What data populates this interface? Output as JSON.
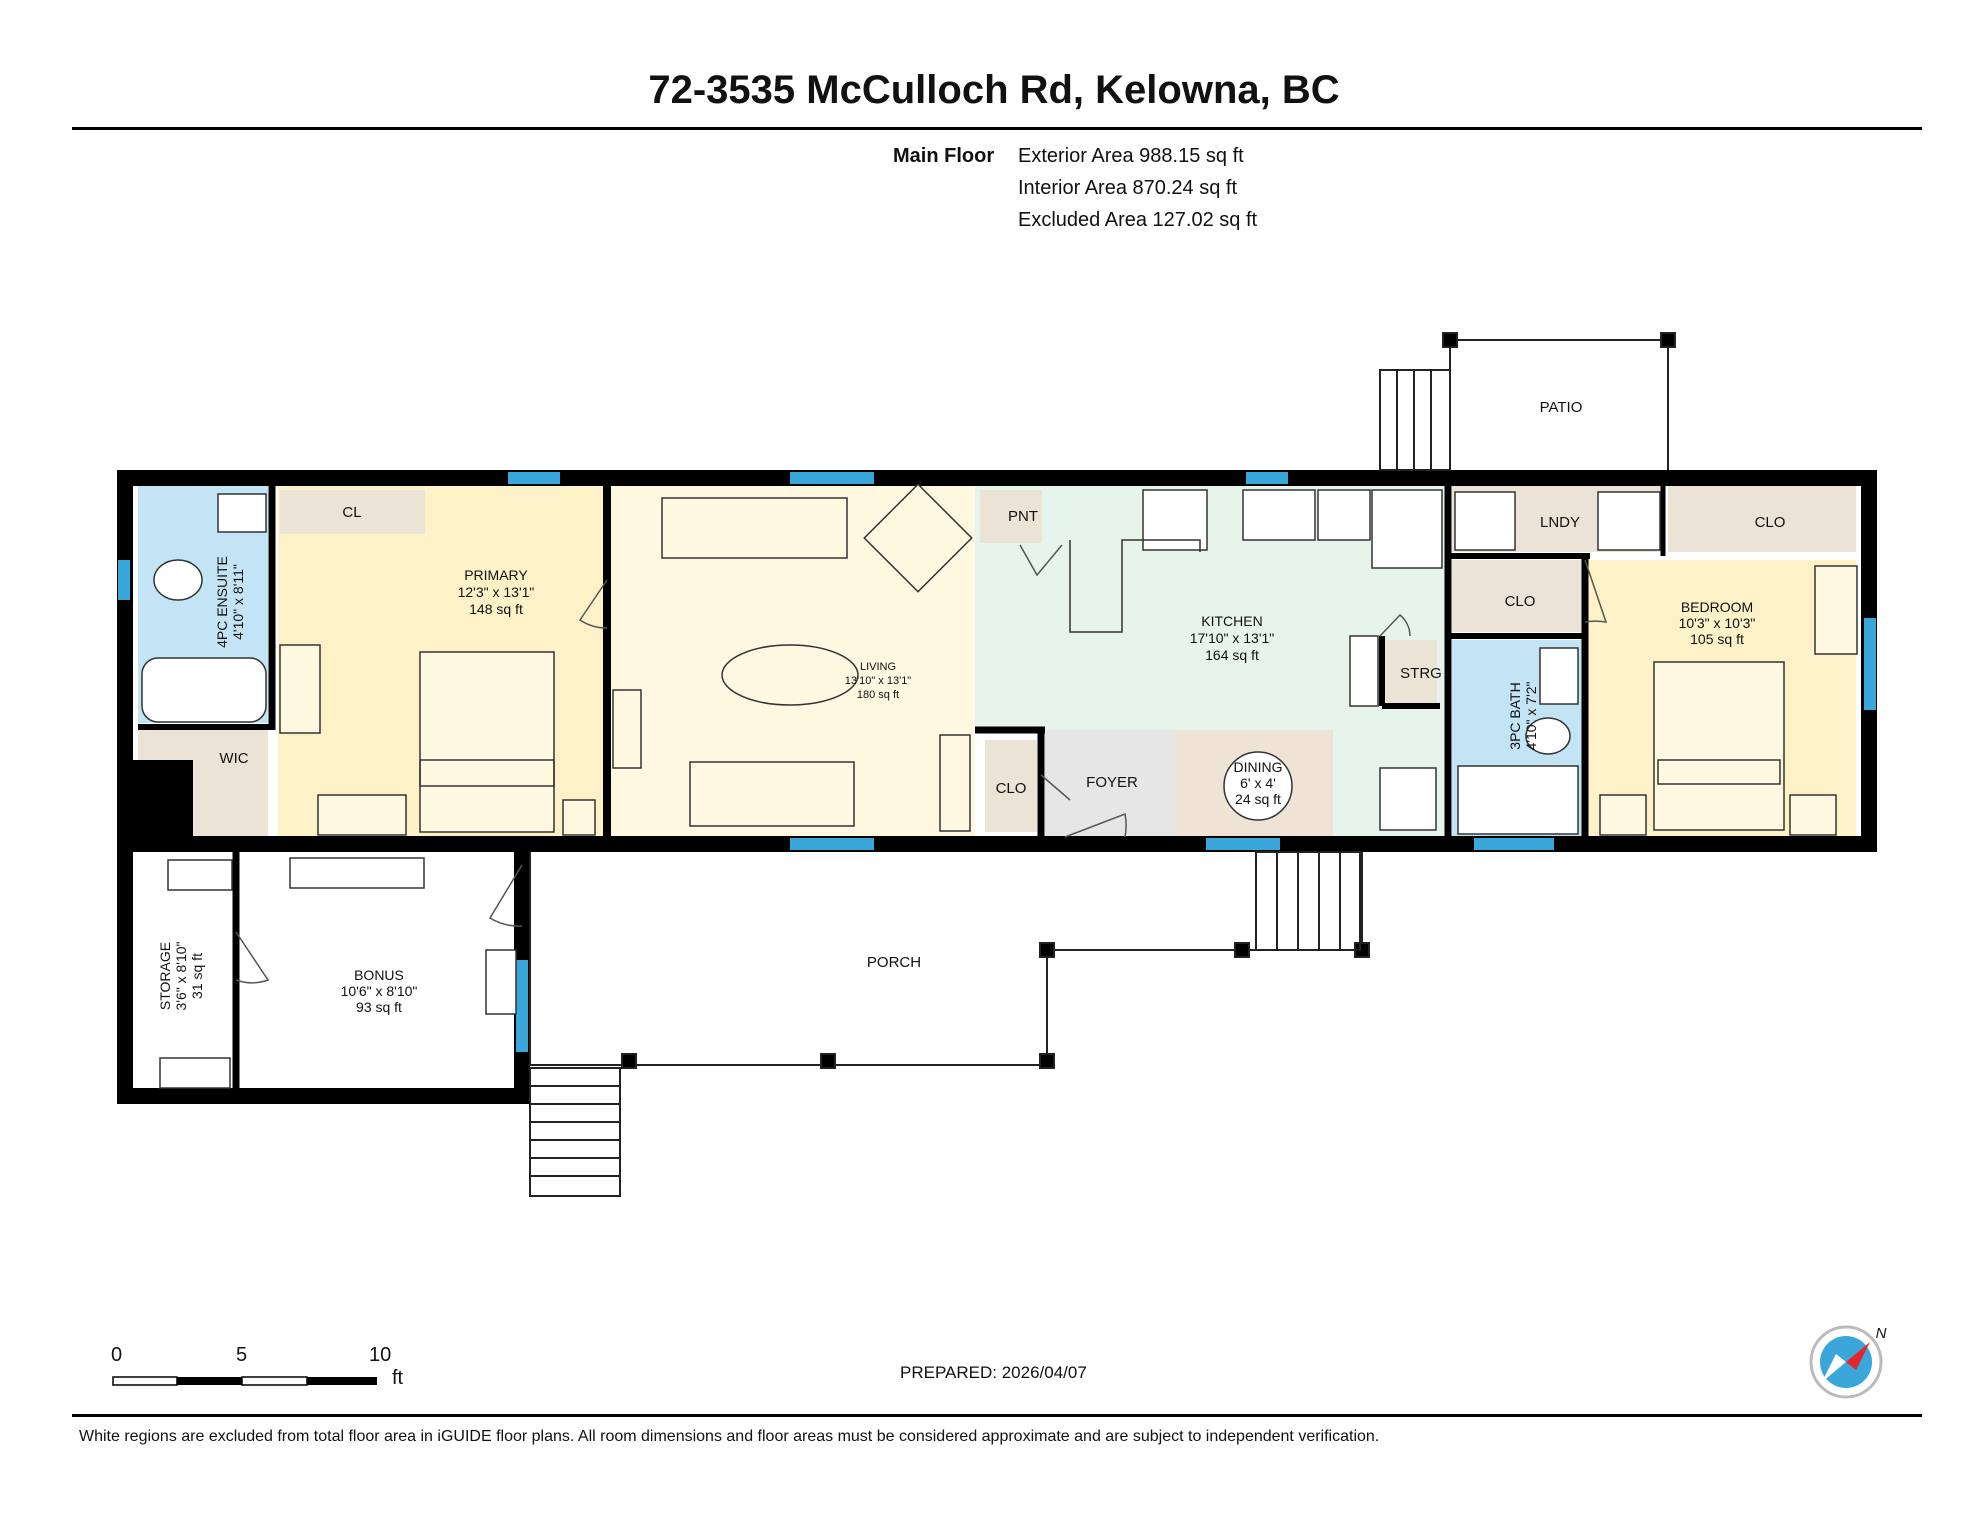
{
  "header": {
    "title": "72-3535 McCulloch Rd, Kelowna, BC"
  },
  "areas": {
    "floor_label": "Main Floor",
    "exterior": "Exterior Area 988.15 sq ft",
    "interior": "Interior Area 870.24 sq ft",
    "excluded": "Excluded Area 127.02 sq ft"
  },
  "colors": {
    "bedroom": "#fdf1c8",
    "living": "#fdf8df",
    "kitchen": "#e6f4ec",
    "bathroom": "#c2e4f5",
    "storage": "#ece3d7",
    "foyer": "#e6e6e6",
    "dining": "#efe3d5",
    "window": "#3aa7db",
    "wall": "#000000"
  },
  "rooms": {
    "ensuite": {
      "name": "4PC ENSUITE",
      "dims": "4'10\" x 8'11\""
    },
    "primary": {
      "name": "PRIMARY",
      "dims": "12'3\" x 13'1\"",
      "area": "148 sq ft"
    },
    "living": {
      "name": "LIVING",
      "dims": "13'10\" x 13'1\"",
      "area": "180 sq ft"
    },
    "kitchen": {
      "name": "KITCHEN",
      "dims": "17'10\" x 13'1\"",
      "area": "164 sq ft"
    },
    "dining": {
      "name": "DINING",
      "dims": "6' x 4'",
      "area": "24 sq ft"
    },
    "bedroom": {
      "name": "BEDROOM",
      "dims": "10'3\" x 10'3\"",
      "area": "105 sq ft"
    },
    "bath": {
      "name": "3PC BATH",
      "dims": "4'10\" x 7'2\""
    },
    "storage": {
      "name": "STORAGE",
      "dims": "3'6\" x 8'10\"",
      "area": "31 sq ft"
    },
    "bonus": {
      "name": "BONUS",
      "dims": "10'6\" x 8'10\"",
      "area": "93 sq ft"
    },
    "cl": "CL",
    "wic": "WIC",
    "pnt": "PNT",
    "foyer": "FOYER",
    "clo_foyer": "CLO",
    "strg": "STRG",
    "lndy": "LNDY",
    "clo_hall": "CLO",
    "clo_bedroom": "CLO",
    "patio": "PATIO",
    "porch": "PORCH"
  },
  "scale": {
    "ticks": [
      "0",
      "5",
      "10"
    ],
    "unit": "ft"
  },
  "compass": {
    "label": "N",
    "icon": "compass-icon"
  },
  "footer": {
    "prepared": "PREPARED: 2026/04/07",
    "disclaimer": "White regions are excluded from total floor area in iGUIDE floor plans. All room dimensions and floor areas must be considered approximate and are subject to independent verification."
  }
}
